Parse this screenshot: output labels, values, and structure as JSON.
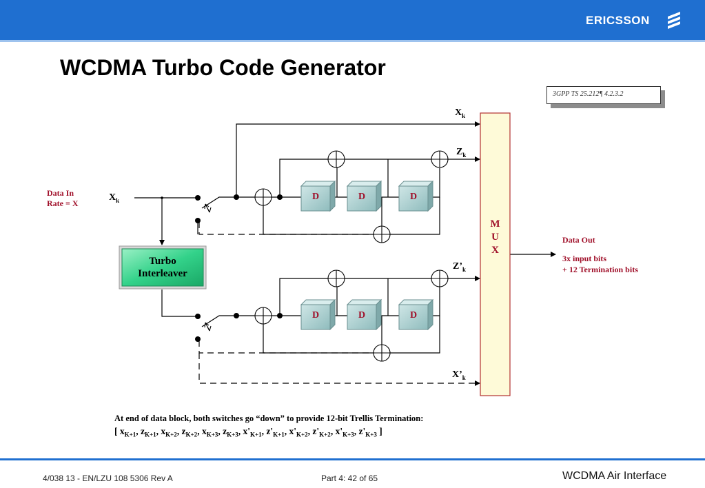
{
  "header": {
    "brand": "ERICSSON",
    "logo_icon": "ericsson-stripes-icon",
    "bar_color": "#1f6fd0"
  },
  "title": "WCDMA Turbo Code Generator",
  "reference": "3GPP TS 25.212¶ 4.2.3.2",
  "diagram": {
    "input_label_line1": "Data In",
    "input_label_line2": "Rate = X",
    "input_symbol": "X",
    "input_subscript": "k",
    "interleaver_line1": "Turbo",
    "interleaver_line2": "Interleaver",
    "delay_label": "D",
    "mux_letters": [
      "M",
      "U",
      "X"
    ],
    "output_labels": [
      {
        "main": "X",
        "sub": "k"
      },
      {
        "main": "Z",
        "sub": "k"
      },
      {
        "main": "Z’",
        "sub": "k"
      },
      {
        "main": "X’",
        "sub": "k"
      }
    ],
    "data_out_label": "Data Out",
    "data_out_line1": "3x input bits",
    "data_out_line2": "+ 12 Termination bits",
    "accent_color": "#a0102a",
    "delay_fill": "#a9cfd0",
    "interleaver_fill": "#2ecf84",
    "mux_fill": "#fefad8",
    "mux_border": "#b23030"
  },
  "note": {
    "line1": "At end of data block, both switches go “down” to provide 12-bit Trellis Termination:",
    "line2_open": "[ ",
    "line2_close": " ]",
    "terms": [
      {
        "main": "x",
        "sub": "K+1"
      },
      {
        "main": "z",
        "sub": "K+1"
      },
      {
        "main": "x",
        "sub": "K+2"
      },
      {
        "main": "z",
        "sub": "K+2"
      },
      {
        "main": "x",
        "sub": "K+3"
      },
      {
        "main": "z",
        "sub": "K+3"
      },
      {
        "main": "x'",
        "sub": "K+1"
      },
      {
        "main": "z'",
        "sub": "K+1"
      },
      {
        "main": "x'",
        "sub": "K+2"
      },
      {
        "main": "z'",
        "sub": "K+2"
      },
      {
        "main": "x'",
        "sub": "K+3"
      },
      {
        "main": "z'",
        "sub": "K+3"
      }
    ],
    "separator": ", "
  },
  "footer": {
    "doc_id": "4/038 13 - EN/LZU 108 5306 Rev A",
    "page": "Part 4:  42 of 65",
    "course": "WCDMA Air Interface"
  }
}
